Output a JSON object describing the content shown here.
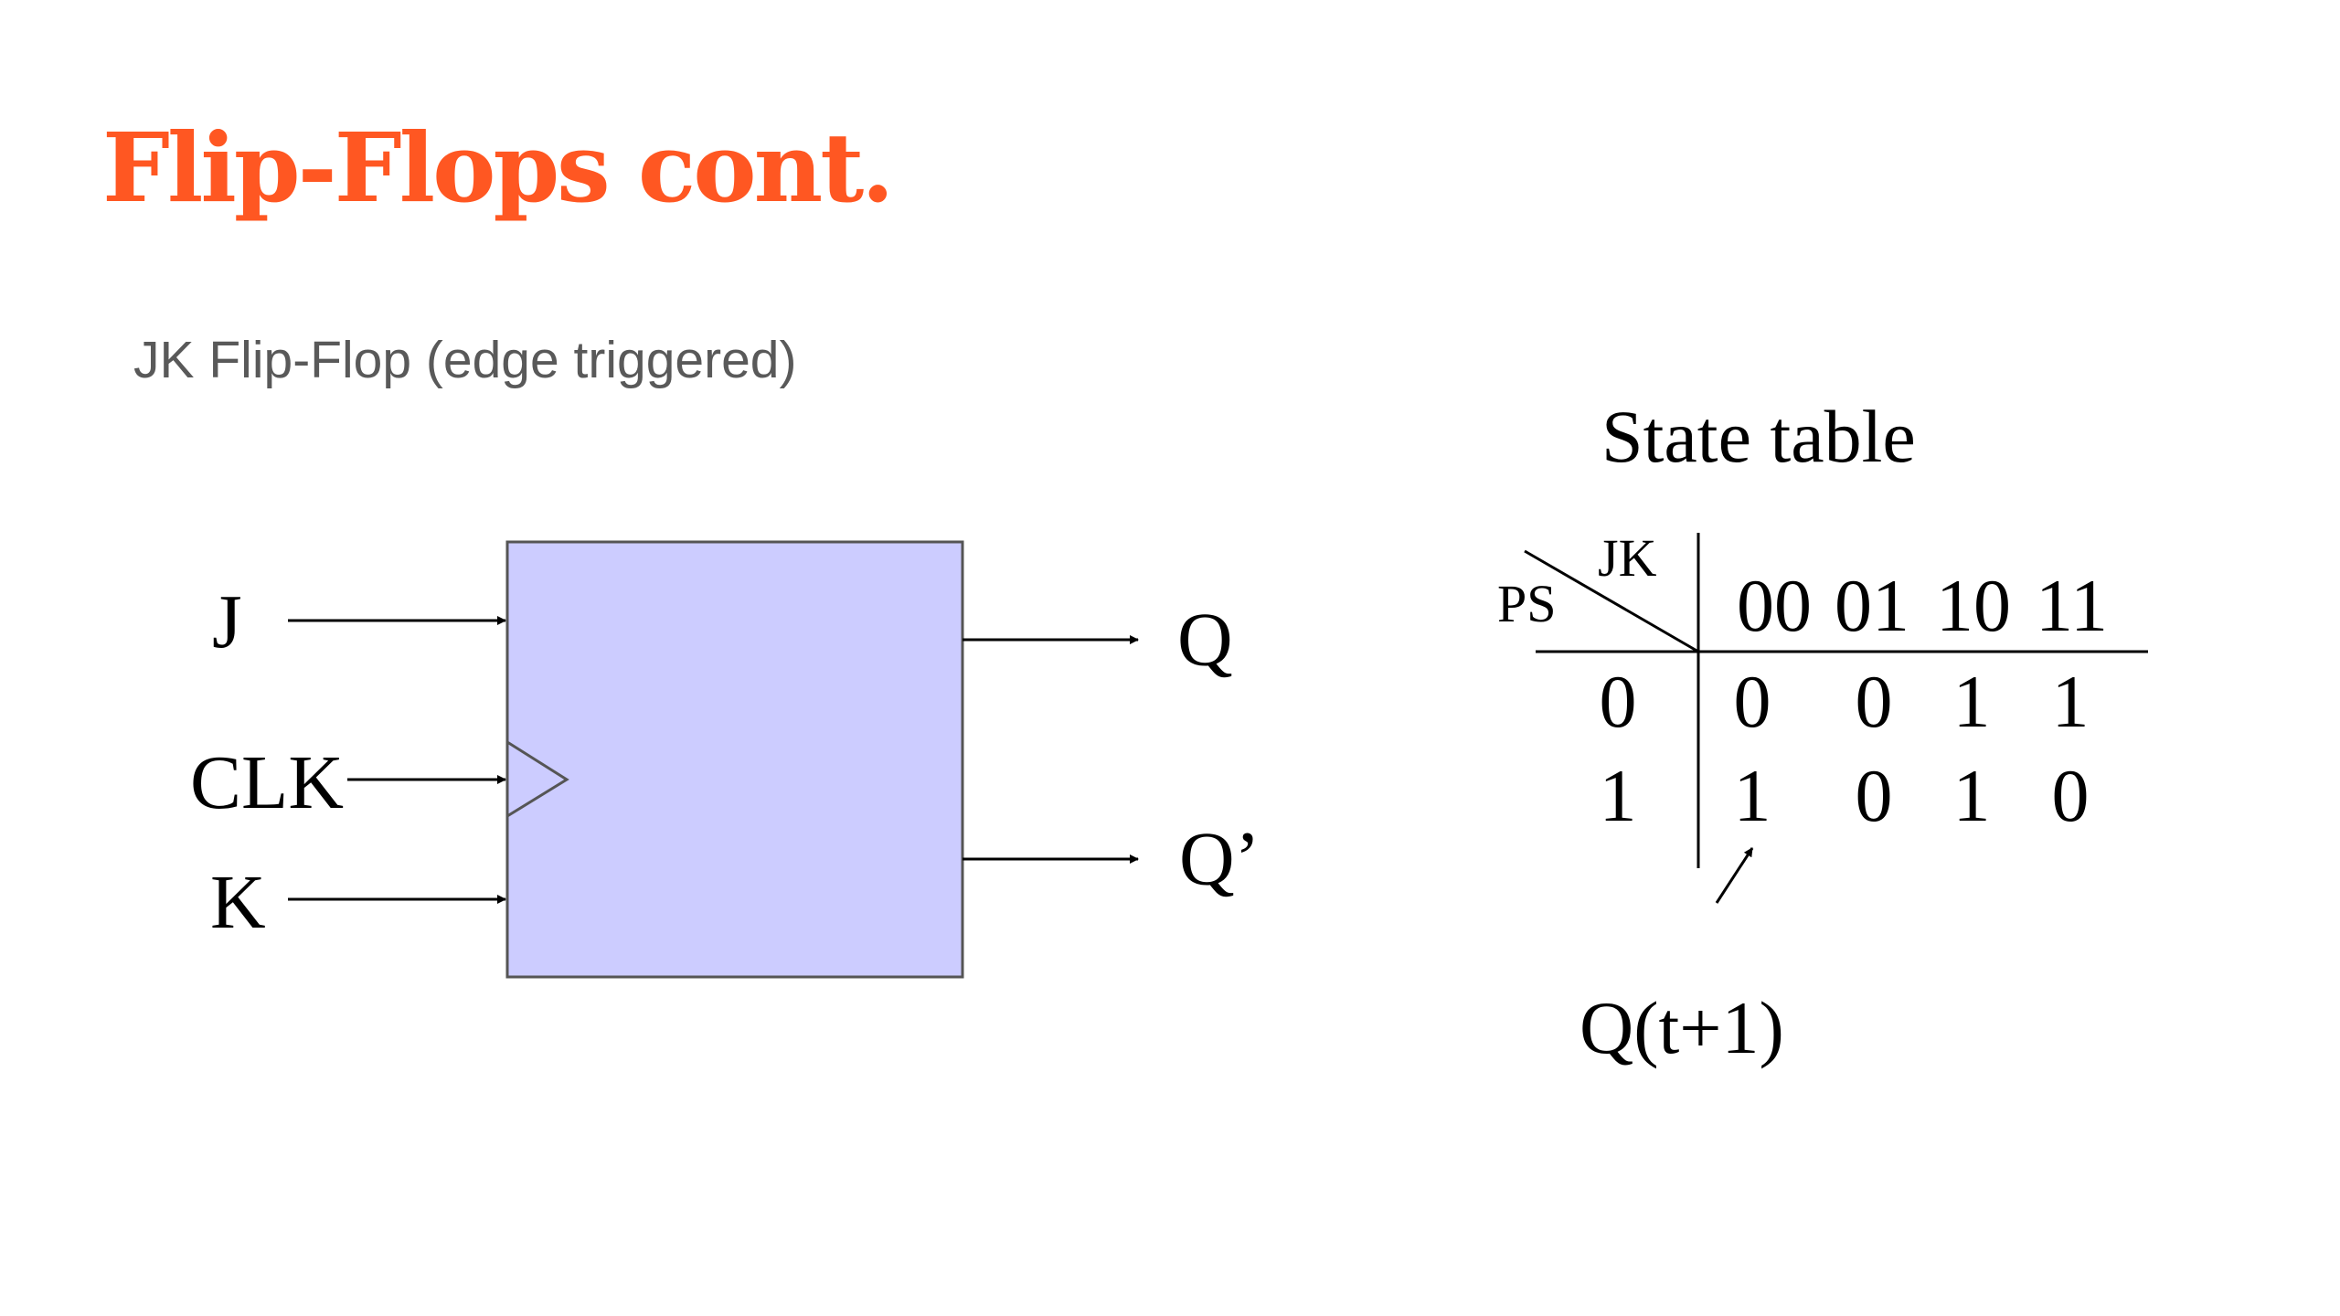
{
  "slide": {
    "title": "Flip-Flops cont.",
    "subtitle": "JK Flip-Flop (edge triggered)"
  },
  "flipflop": {
    "inputs": {
      "j": "J",
      "clk": "CLK",
      "k": "K"
    },
    "outputs": {
      "q": "Q",
      "q_bar": "Q’"
    },
    "block_color": "#ccccff",
    "line_color": "#000000"
  },
  "state_table": {
    "title": "State table",
    "corner_top": "JK",
    "corner_left": "PS",
    "column_headers": [
      "00",
      "01",
      "10",
      "11"
    ],
    "rows": [
      {
        "ps": "0",
        "next": [
          "0",
          "0",
          "1",
          "1"
        ]
      },
      {
        "ps": "1",
        "next": [
          "1",
          "0",
          "1",
          "0"
        ]
      }
    ],
    "annotation": "Q(t+1)"
  },
  "colors": {
    "title": "#ff5722",
    "subtitle": "#595959"
  }
}
